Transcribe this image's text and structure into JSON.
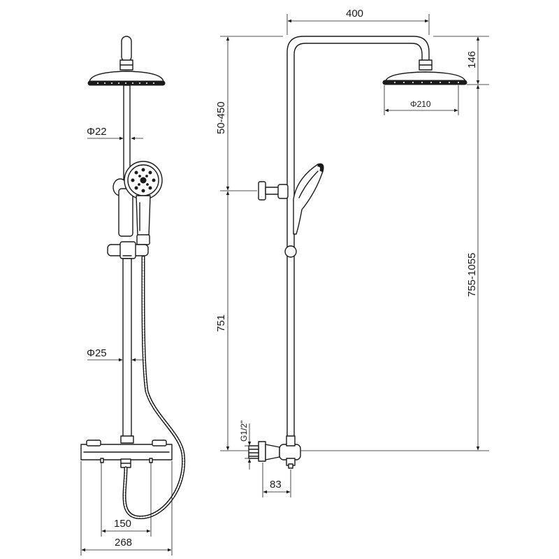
{
  "dimensions": {
    "head_reach": "400",
    "head_height": "146",
    "head_diameter": "Φ210",
    "rail_adjust": "50-450",
    "overall_height": "755-1055",
    "riser_length": "751",
    "inlet_thread": "G1/2\"",
    "inlet_depth": "83",
    "upper_pipe_diameter": "Φ22",
    "lower_pipe_diameter": "Φ25",
    "inlet_centers": "150",
    "mixer_width": "268"
  }
}
